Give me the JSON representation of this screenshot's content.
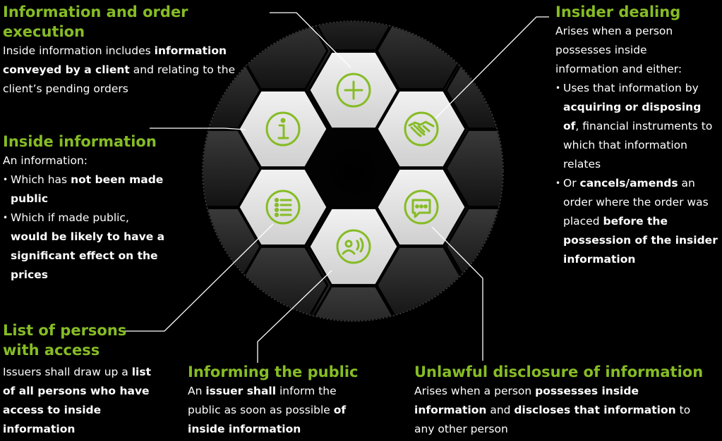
{
  "colors": {
    "accent": "#86bc25",
    "background": "#000000",
    "text": "#ffffff",
    "connector": "#ffffff"
  },
  "hexagons": [
    {
      "id": "order-execution",
      "icon": "plus-circle-icon"
    },
    {
      "id": "insider-dealing",
      "icon": "handshake-icon"
    },
    {
      "id": "unlawful-disclosure",
      "icon": "chat-bubble-icon"
    },
    {
      "id": "informing-public",
      "icon": "person-broadcast-icon"
    },
    {
      "id": "list-of-persons",
      "icon": "list-icon"
    },
    {
      "id": "inside-information",
      "icon": "info-icon"
    }
  ],
  "sections": {
    "order_execution": {
      "title": "Information and order execution",
      "body": [
        {
          "t": "Inside information includes "
        },
        {
          "t": "information conveyed by a client",
          "b": true
        },
        {
          "t": " and relating to the client’s pending orders"
        }
      ]
    },
    "inside_information": {
      "title": "Inside information",
      "intro": "An information:",
      "bullets": [
        [
          {
            "t": "Which has "
          },
          {
            "t": "not been made public",
            "b": true
          }
        ],
        [
          {
            "t": "Which if made public, "
          },
          {
            "t": "would be likely to have a significant effect on the prices",
            "b": true
          }
        ]
      ]
    },
    "list_of_persons": {
      "title_line1": "List of persons",
      "title_line2": "with access",
      "body": [
        {
          "t": "Issuers shall draw up a "
        },
        {
          "t": "list of all persons who have access to inside information",
          "b": true
        }
      ]
    },
    "informing_public": {
      "title": "Informing the public",
      "body": [
        {
          "t": "An "
        },
        {
          "t": "issuer shall",
          "b": true
        },
        {
          "t": " inform the public as soon as possible "
        },
        {
          "t": "of inside information",
          "b": true
        }
      ]
    },
    "unlawful_disclosure": {
      "title": "Unlawful disclosure of information",
      "body": [
        {
          "t": "Arises when a person "
        },
        {
          "t": "possesses inside information",
          "b": true
        },
        {
          "t": " and "
        },
        {
          "t": "discloses that information",
          "b": true
        },
        {
          "t": " to any other person"
        }
      ]
    },
    "insider_dealing": {
      "title": "Insider dealing",
      "intro": "Arises when a person possesses inside information and either:",
      "bullets": [
        [
          {
            "t": "Uses that information by "
          },
          {
            "t": "acquiring or disposing of",
            "b": true
          },
          {
            "t": ", financial instruments to which that information relates"
          }
        ],
        [
          {
            "t": "Or "
          },
          {
            "t": "cancels/amends",
            "b": true
          },
          {
            "t": " an order where the order was placed "
          },
          {
            "t": "before the possession of the insider information",
            "b": true
          }
        ]
      ]
    }
  }
}
